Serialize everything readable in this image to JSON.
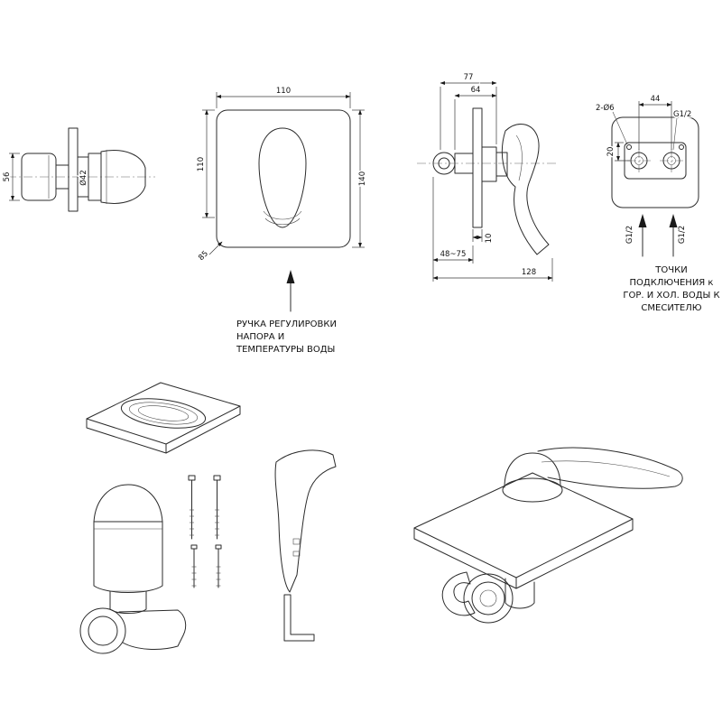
{
  "drawing": {
    "views": {
      "handle_side": {
        "dim_height": "56",
        "dim_diameter": "Ø42"
      },
      "plate_front": {
        "dim_width": "110",
        "dim_inner_height": "110",
        "dim_height": "140",
        "dim_corner": "85",
        "caption_lines": [
          "РУЧКА РЕГУЛИРОВКИ",
          "НАПОРА И",
          "ТЕМПЕРАТУРЫ ВОДЫ"
        ]
      },
      "mixer_side": {
        "dim_total_depth": "77",
        "dim_body_depth": "64",
        "dim_plate_thickness": "10",
        "dim_mounting_depth": "48~75",
        "dim_length": "128"
      },
      "connections_rear": {
        "dim_port_spacing": "44",
        "label_thread_top": "G1/2",
        "label_holes": "2-Ø6",
        "dim_offset": "20",
        "label_thread_left": "G1/2",
        "label_thread_right": "G1/2",
        "caption_lines": [
          "ТОЧКИ",
          "ПОДКЛЮЧЕНИЯ к",
          "ГОР. И ХОЛ. ВОДЫ К",
          "СМЕСИТЕЛЮ"
        ]
      }
    },
    "colors": {
      "line": "#2b2b2b",
      "background": "#ffffff"
    }
  }
}
